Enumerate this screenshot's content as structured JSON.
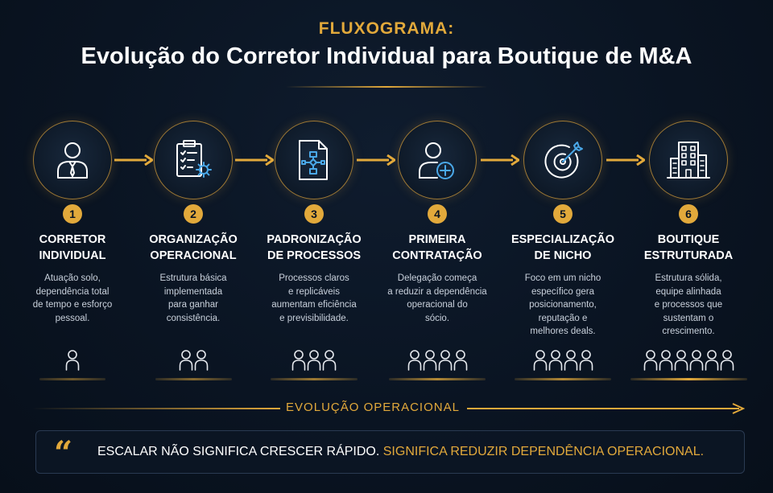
{
  "header": {
    "kicker": "FLUXOGRAMA:",
    "title": "Evolução do Corretor Individual para Boutique de M&A"
  },
  "colors": {
    "accent": "#e2a93b",
    "background": "#0a1422",
    "text": "#ffffff"
  },
  "stages": [
    {
      "number": "1",
      "icon": "person-tie-icon",
      "title_line1": "CORRETOR",
      "title_line2": "INDIVIDUAL",
      "desc": [
        "Atuação solo,",
        "dependência total",
        "de tempo e esforço",
        "pessoal."
      ],
      "people_count": 1
    },
    {
      "number": "2",
      "icon": "clipboard-gear-icon",
      "title_line1": "ORGANIZAÇÃO",
      "title_line2": "OPERACIONAL",
      "desc": [
        "Estrutura básica",
        "implementada",
        "para ganhar",
        "consistência."
      ],
      "people_count": 2
    },
    {
      "number": "3",
      "icon": "process-document-icon",
      "title_line1": "PADRONIZAÇÃO",
      "title_line2": "DE PROCESSOS",
      "desc": [
        "Processos claros",
        "e replicáveis",
        "aumentam eficiência",
        "e previsibilidade."
      ],
      "people_count": 3
    },
    {
      "number": "4",
      "icon": "person-add-icon",
      "title_line1": "PRIMEIRA",
      "title_line2": "CONTRATAÇÃO",
      "desc": [
        "Delegação começa",
        "a reduzir a dependência",
        "operacional do",
        "sócio."
      ],
      "people_count": 4
    },
    {
      "number": "5",
      "icon": "target-arrow-icon",
      "title_line1": "ESPECIALIZAÇÃO",
      "title_line2": "DE NICHO",
      "desc": [
        "Foco em um nicho",
        "específico gera",
        "posicionamento,",
        "reputação e",
        "melhores deals."
      ],
      "people_count": 4
    },
    {
      "number": "6",
      "icon": "building-icon",
      "title_line1": "BOUTIQUE",
      "title_line2": "ESTRUTURADA",
      "desc": [
        "Estrutura sólida,",
        "equipe alinhada",
        "e processos que",
        "sustentam o",
        "crescimento."
      ],
      "people_count": 6
    }
  ],
  "evolution": {
    "label": "EVOLUÇÃO OPERACIONAL"
  },
  "quote": {
    "icon": "quote-icon",
    "mark": "“",
    "part1": "ESCALAR NÃO SIGNIFICA CRESCER RÁPIDO.",
    "part2": "SIGNIFICA REDUZIR DEPENDÊNCIA OPERACIONAL."
  }
}
